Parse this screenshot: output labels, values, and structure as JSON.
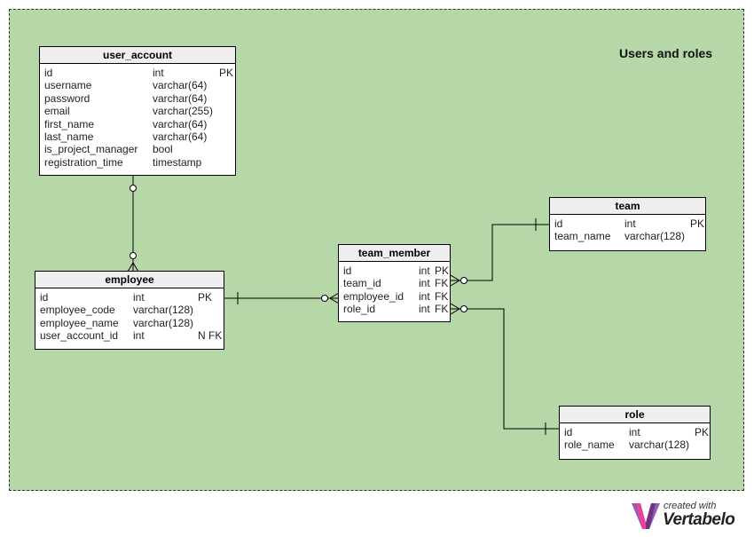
{
  "area": {
    "title": "Users and roles"
  },
  "tables": {
    "user_account": {
      "name": "user_account",
      "columns": [
        {
          "name": "id",
          "type": "int",
          "key": "PK"
        },
        {
          "name": "username",
          "type": "varchar(64)",
          "key": ""
        },
        {
          "name": "password",
          "type": "varchar(64)",
          "key": ""
        },
        {
          "name": "email",
          "type": "varchar(255)",
          "key": ""
        },
        {
          "name": "first_name",
          "type": "varchar(64)",
          "key": ""
        },
        {
          "name": "last_name",
          "type": "varchar(64)",
          "key": ""
        },
        {
          "name": "is_project_manager",
          "type": "bool",
          "key": ""
        },
        {
          "name": "registration_time",
          "type": "timestamp",
          "key": ""
        }
      ]
    },
    "employee": {
      "name": "employee",
      "columns": [
        {
          "name": "id",
          "type": "int",
          "key": "PK"
        },
        {
          "name": "employee_code",
          "type": "varchar(128)",
          "key": ""
        },
        {
          "name": "employee_name",
          "type": "varchar(128)",
          "key": ""
        },
        {
          "name": "user_account_id",
          "type": "int",
          "key": "N FK"
        }
      ]
    },
    "team_member": {
      "name": "team_member",
      "columns": [
        {
          "name": "id",
          "type": "int",
          "key": "PK"
        },
        {
          "name": "team_id",
          "type": "int",
          "key": "FK"
        },
        {
          "name": "employee_id",
          "type": "int",
          "key": "FK"
        },
        {
          "name": "role_id",
          "type": "int",
          "key": "FK"
        }
      ]
    },
    "team": {
      "name": "team",
      "columns": [
        {
          "name": "id",
          "type": "int",
          "key": "PK"
        },
        {
          "name": "team_name",
          "type": "varchar(128)",
          "key": ""
        }
      ]
    },
    "role": {
      "name": "role",
      "columns": [
        {
          "name": "id",
          "type": "int",
          "key": "PK"
        },
        {
          "name": "role_name",
          "type": "varchar(128)",
          "key": ""
        }
      ]
    }
  },
  "relationships": [
    {
      "from": "employee",
      "to": "user_account",
      "cardinality": "zero-or-many to zero-or-one"
    },
    {
      "from": "team_member",
      "to": "employee",
      "cardinality": "zero-or-many to one"
    },
    {
      "from": "team_member",
      "to": "team",
      "cardinality": "zero-or-many to one"
    },
    {
      "from": "team_member",
      "to": "role",
      "cardinality": "zero-or-many to one"
    }
  ],
  "logo": {
    "line1": "created with",
    "line2": "Vertabelo"
  },
  "colors": {
    "area_background": "#b6d7a8",
    "table_header": "#efefef"
  }
}
